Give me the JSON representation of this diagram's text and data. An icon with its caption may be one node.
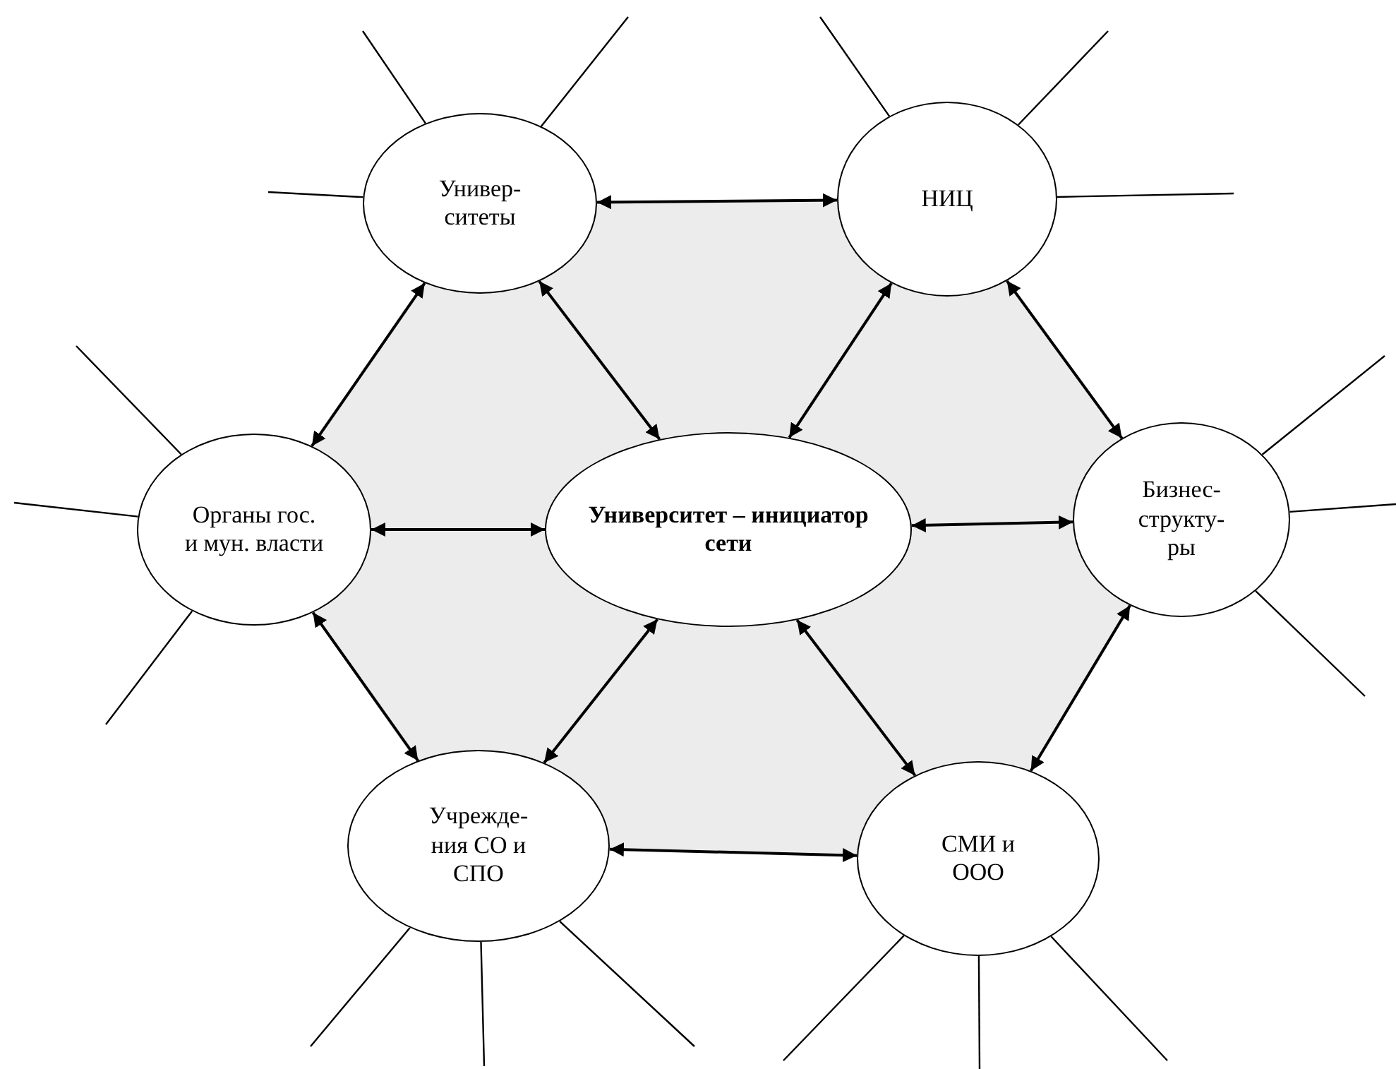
{
  "diagram": {
    "nodes": [
      {
        "text": [
          "Универ- ситеты"
        ]
      },
      {
        "text": [
          "НИЦ"
        ]
      },
      {
        "text": [
          "Органы гос. и мун. власти"
        ]
      },
      {
        "text": [
          "Университет – инициатор сети"
        ]
      },
      {
        "text": [
          "Бизнес- структу- ры"
        ]
      },
      {
        "text": [
          "Учрежде- ния СО и СПО"
        ]
      },
      {
        "text": [
          "СМИ и ООО"
        ]
      }
    ],
    "edges": [
      {
        "from": 0,
        "to": 1,
        "arrow": "both"
      },
      {
        "from": 0,
        "to": 2,
        "arrow": "both"
      },
      {
        "from": 0,
        "to": 3,
        "arrow": "both"
      },
      {
        "from": 1,
        "to": 3,
        "arrow": "both"
      },
      {
        "from": 1,
        "to": 4,
        "arrow": "both"
      },
      {
        "from": 2,
        "to": 3,
        "arrow": "both"
      },
      {
        "from": 3,
        "to": 4,
        "arrow": "both"
      },
      {
        "from": 2,
        "to": 5,
        "arrow": "both"
      },
      {
        "from": 3,
        "to": 5,
        "arrow": "both"
      },
      {
        "from": 3,
        "to": 6,
        "arrow": "both"
      },
      {
        "from": 4,
        "to": 6,
        "arrow": "both"
      },
      {
        "from": 5,
        "to": 6,
        "arrow": "both"
      },
      {
        "from": 0,
        "to": null,
        "arrow": "none"
      },
      {
        "from": 0,
        "to": null,
        "arrow": "none"
      },
      {
        "from": 0,
        "to": null,
        "arrow": "none"
      },
      {
        "from": 1,
        "to": null,
        "arrow": "none"
      },
      {
        "from": 1,
        "to": null,
        "arrow": "none"
      },
      {
        "from": 1,
        "to": null,
        "arrow": "none"
      },
      {
        "from": 2,
        "to": null,
        "arrow": "none"
      },
      {
        "from": 2,
        "to": null,
        "arrow": "none"
      },
      {
        "from": 2,
        "to": null,
        "arrow": "none"
      },
      {
        "from": 4,
        "to": null,
        "arrow": "none"
      },
      {
        "from": 4,
        "to": null,
        "arrow": "none"
      },
      {
        "from": 4,
        "to": null,
        "arrow": "none"
      },
      {
        "from": 5,
        "to": null,
        "arrow": "none"
      },
      {
        "from": 5,
        "to": null,
        "arrow": "none"
      },
      {
        "from": 5,
        "to": null,
        "arrow": "none"
      },
      {
        "from": 6,
        "to": null,
        "arrow": "none"
      },
      {
        "from": 6,
        "to": null,
        "arrow": "none"
      },
      {
        "from": 6,
        "to": null,
        "arrow": "none"
      }
    ]
  }
}
